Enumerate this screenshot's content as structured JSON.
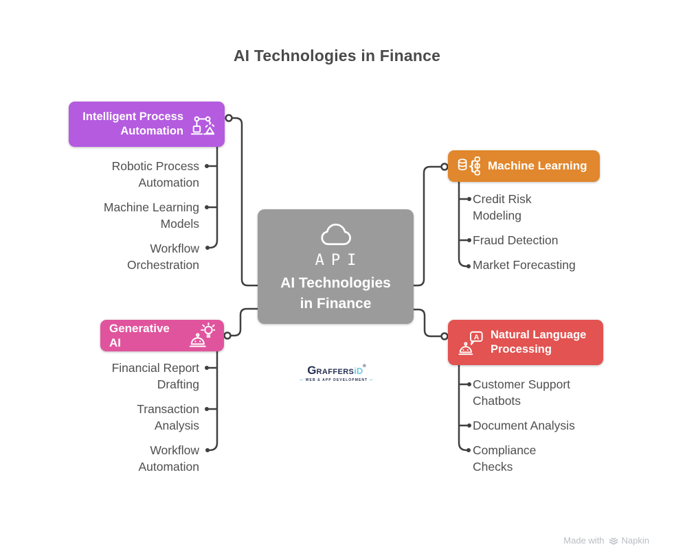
{
  "title": "AI Technologies in Finance",
  "colors": {
    "ipa_purple": "#b45be0",
    "ml_orange": "#e1872d",
    "gen_pink": "#e0549d",
    "nlp_red": "#e25351",
    "center_gray": "#9b9b9b",
    "text_gray": "#4f4f4f",
    "wire_dark": "#3f3f3f"
  },
  "center": {
    "icon": "cloud-icon",
    "icon_text": "API",
    "label": "AI Technologies\nin Finance"
  },
  "branches": [
    {
      "title": "Intelligent Process\nAutomation",
      "icon": "robot-arm-icon",
      "items": [
        "Robotic Process\nAutomation",
        "Machine Learning\nModels",
        "Workflow\nOrchestration"
      ]
    },
    {
      "title": "Machine Learning",
      "icon": "data-pipeline-icon",
      "items": [
        "Credit Risk\nModeling",
        "Fraud Detection",
        "Market Forecasting"
      ]
    },
    {
      "title": "Generative AI",
      "icon": "robot-idea-icon",
      "items": [
        "Financial Report\nDrafting",
        "Transaction\nAnalysis",
        "Workflow\nAutomation"
      ]
    },
    {
      "title": "Natural Language\nProcessing",
      "icon": "robot-chat-icon",
      "items": [
        "Customer Support\nChatbots",
        "Document Analysis",
        "Compliance\nChecks"
      ]
    }
  ],
  "watermarks": {
    "logo": {
      "brand_g": "G",
      "brand_rest": "RAFFERS",
      "brand_id": "iD",
      "registered": "®",
      "dash": "—",
      "tagline": "WEB & APP DEVELOPMENT"
    },
    "napkin": {
      "prefix": "Made with",
      "icon": "napkin-icon",
      "name": "Napkin"
    }
  }
}
